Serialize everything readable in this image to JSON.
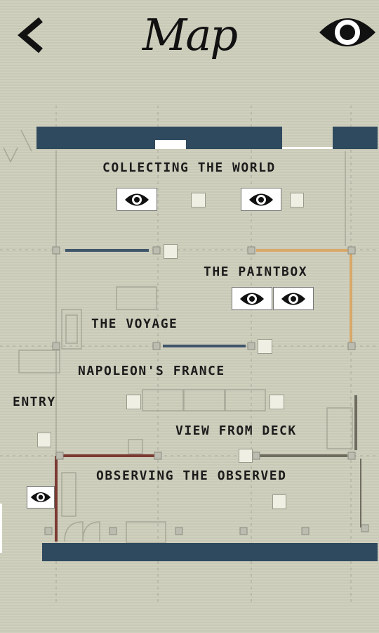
{
  "header": {
    "title": "Map",
    "back_icon": "chevron-left-icon",
    "view_icon": "eye-icon"
  },
  "rooms": {
    "collecting": "COLLECTING THE WORLD",
    "paintbox": "THE PAINTBOX",
    "voyage": "THE VOYAGE",
    "napoleon": "NAPOLEON'S FRANCE",
    "entry": "ENTRY",
    "deck": "VIEW FROM DECK",
    "observing": "OBSERVING THE OBSERVED"
  },
  "colors": {
    "wall_navy": "#2f4a5e",
    "wall_orange": "#d8a868",
    "wall_red": "#7a3a32",
    "wall_gray": "#6e6c5e",
    "wall_blue": "#3f556a"
  }
}
